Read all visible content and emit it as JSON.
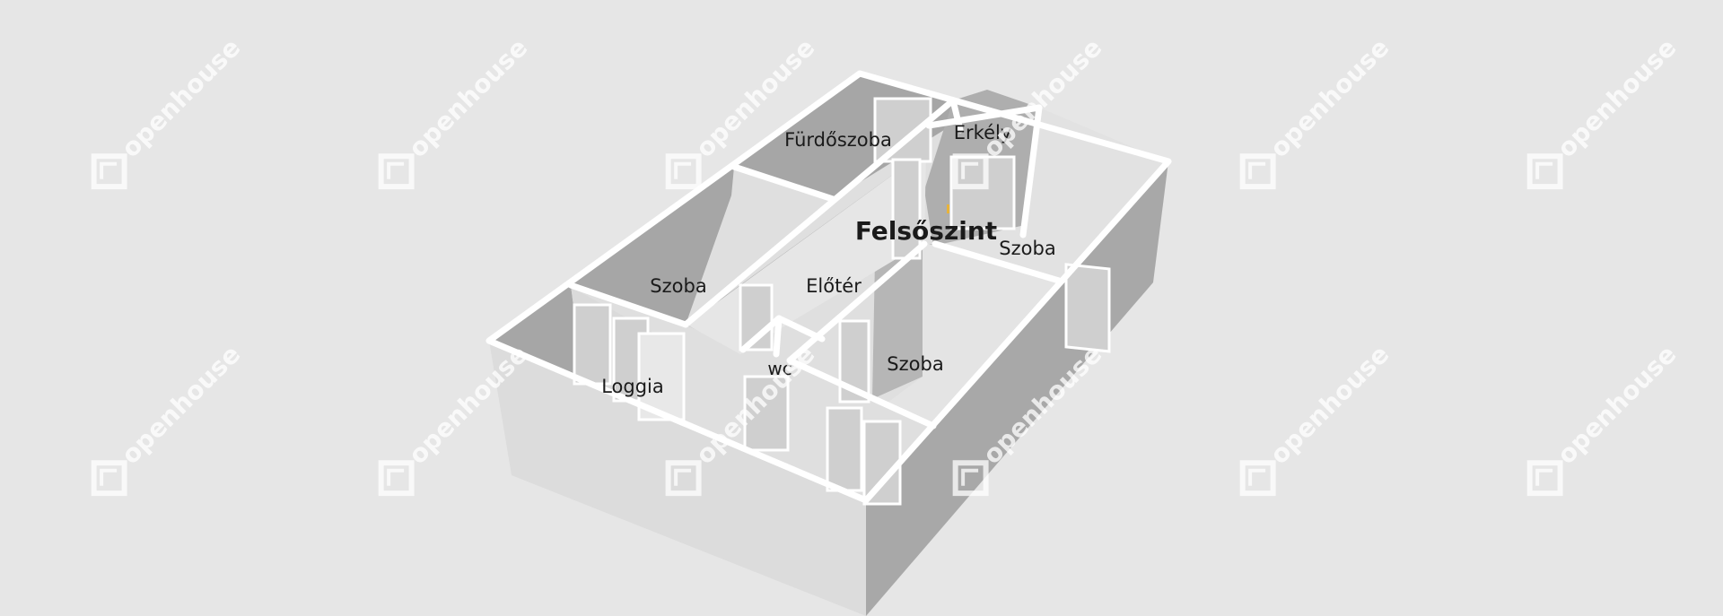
{
  "floor_title": "Felsőszint",
  "rooms": {
    "furdoszoba": "Fürdőszoba",
    "erkely": "Erkély",
    "szoba_left": "Szoba",
    "eloter": "Előtér",
    "szoba_right": "Szoba",
    "szoba_bottom": "Szoba",
    "wc": "wc",
    "loggia": "Loggia"
  },
  "watermark": {
    "brand": "openhouse",
    "icon": "openhouse-logo-icon"
  },
  "colors": {
    "background": "#e6e6e6",
    "floor": "#e0e0e0",
    "wall_dark": "#a9a9a9",
    "wall_front": "#dcdcdc",
    "wall_top": "#ffffff"
  }
}
